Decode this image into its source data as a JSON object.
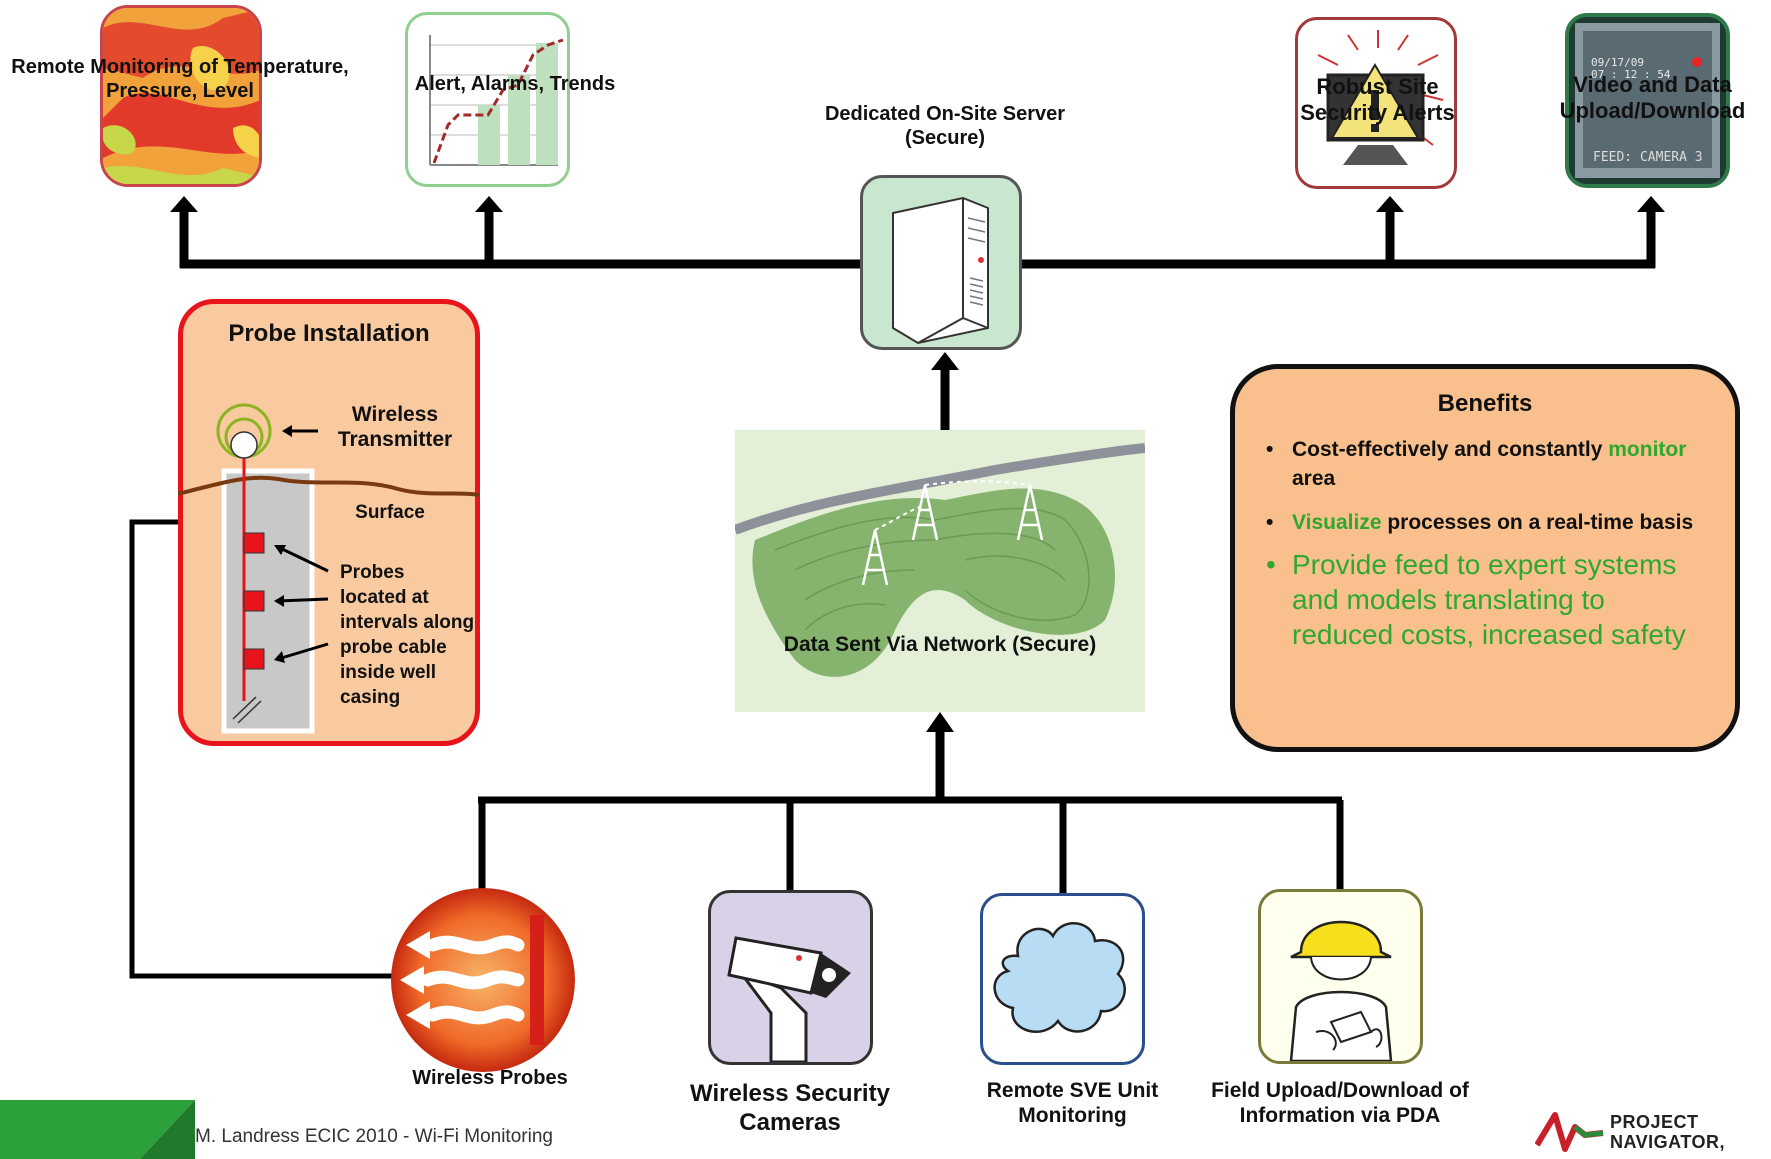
{
  "top_outputs": {
    "remote_monitoring": "Remote Monitoring of Temperature, Pressure, Level",
    "alerts": "Alert, Alarms, Trends",
    "server": "Dedicated On-Site Server (Secure)",
    "security": "Robust Site Security Alerts",
    "video": "Video and Data Upload/Download",
    "video_timestamp": "09/17/09\n07 : 12 : 54",
    "video_feed": "FEED: CAMERA 3"
  },
  "probe_installation": {
    "title": "Probe Installation",
    "transmitter": "Wireless Transmitter",
    "surface": "Surface",
    "probes": "Probes located at intervals along probe cable inside well casing"
  },
  "network": {
    "label": "Data Sent Via Network (Secure)"
  },
  "benefits": {
    "title": "Benefits",
    "b1_bold": "Cost-effectively and constantly",
    "b1_green": "monitor",
    "b1_rest": "area",
    "b2_green": "Visualize",
    "b2_rest": "processes on a real-time basis",
    "b3": "Provide feed to expert systems and models translating to reduced costs, increased safety"
  },
  "inputs": {
    "wireless_probes": "Wireless Probes",
    "security_cameras": "Wireless Security Cameras",
    "sve_unit": "Remote SVE Unit Monitoring",
    "field_upload": "Field Upload/Download of Information via PDA"
  },
  "footer": {
    "credit": "M. Landress ECIC 2010 - Wi-Fi Monitoring",
    "logo_line1": "PROJECT",
    "logo_line2": "NAVIGATOR,"
  },
  "colors": {
    "tile_green": "#c9e6cf",
    "probe_box_fill": "#f9c9a0",
    "probe_box_border": "#e8141b",
    "benefits_fill": "#f9c08e",
    "green_text": "#2ea82e",
    "probe_red": "#e8141b"
  }
}
